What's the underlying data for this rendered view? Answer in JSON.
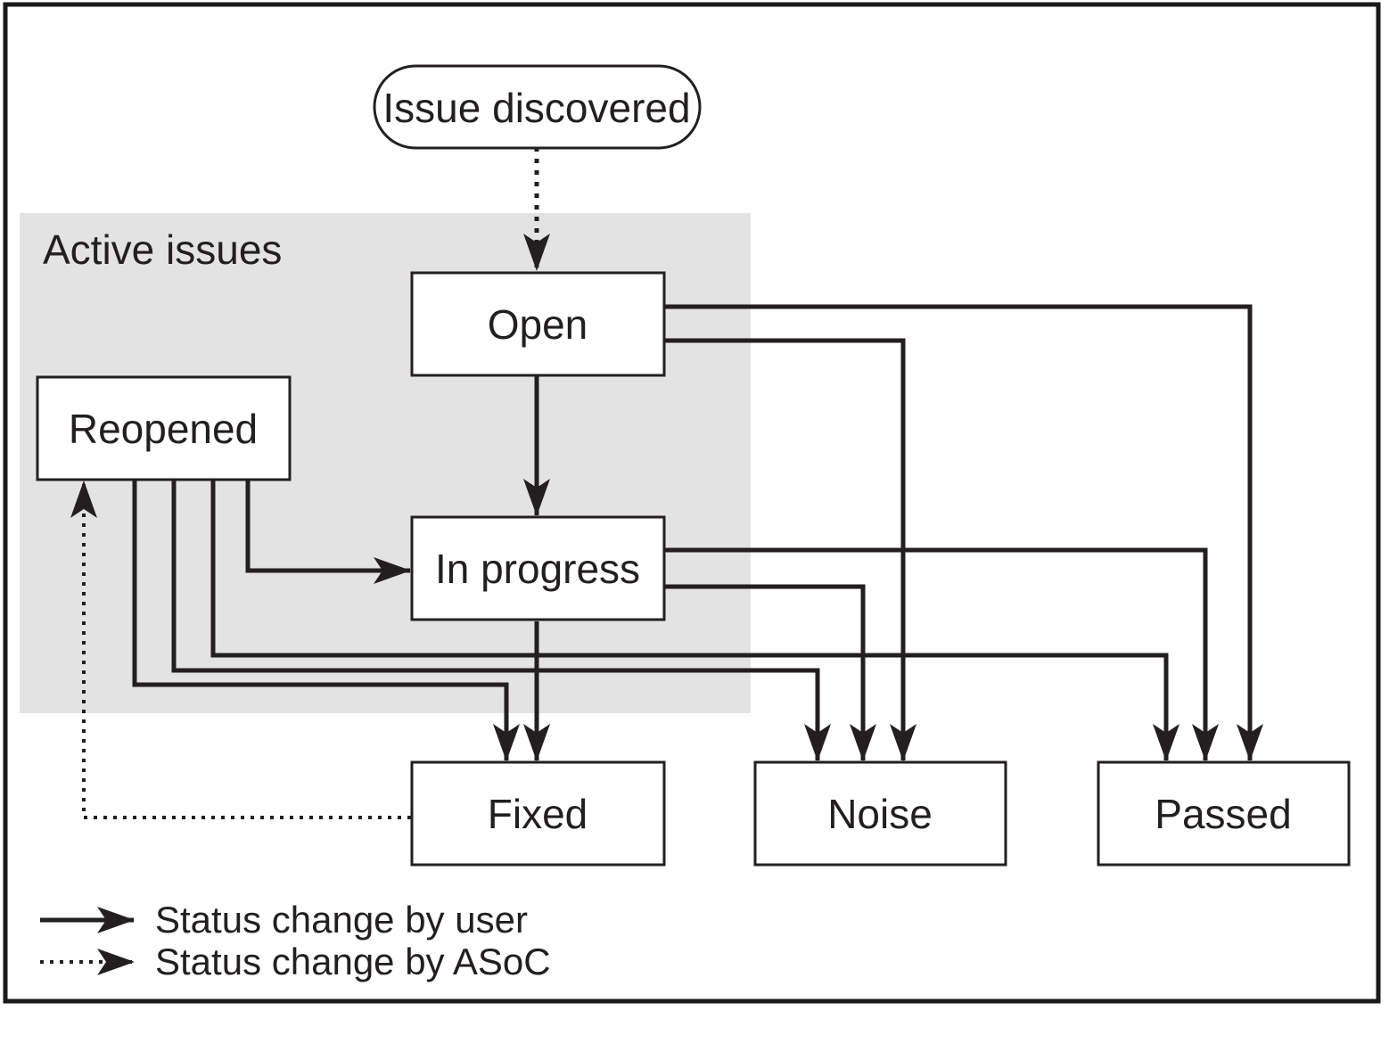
{
  "figure": {
    "start_node_label": "Issue discovered",
    "region": {
      "label": "Active issues"
    },
    "nodes": {
      "open": "Open",
      "reopened": "Reopened",
      "in_progress": "In progress",
      "fixed": "Fixed",
      "noise": "Noise",
      "passed": "Passed"
    },
    "legend": {
      "solid_label": "Status change by user",
      "dotted_label": "Status change by ASoC"
    },
    "colors": {
      "ink": "#231f20",
      "region_bg": "#e3e3e3",
      "node_bg": "#ffffff"
    },
    "edges": [
      {
        "from": "Issue discovered",
        "to": "Open",
        "type": "ASoC"
      },
      {
        "from": "Open",
        "to": "In progress",
        "type": "user"
      },
      {
        "from": "Open",
        "to": "Noise",
        "type": "user"
      },
      {
        "from": "Open",
        "to": "Passed",
        "type": "user"
      },
      {
        "from": "In progress",
        "to": "Fixed",
        "type": "user"
      },
      {
        "from": "In progress",
        "to": "Noise",
        "type": "user"
      },
      {
        "from": "In progress",
        "to": "Passed",
        "type": "user"
      },
      {
        "from": "Reopened",
        "to": "In progress",
        "type": "user"
      },
      {
        "from": "Reopened",
        "to": "Fixed",
        "type": "user"
      },
      {
        "from": "Reopened",
        "to": "Noise",
        "type": "user"
      },
      {
        "from": "Reopened",
        "to": "Passed",
        "type": "user"
      },
      {
        "from": "Fixed",
        "to": "Reopened",
        "type": "ASoC"
      }
    ]
  }
}
